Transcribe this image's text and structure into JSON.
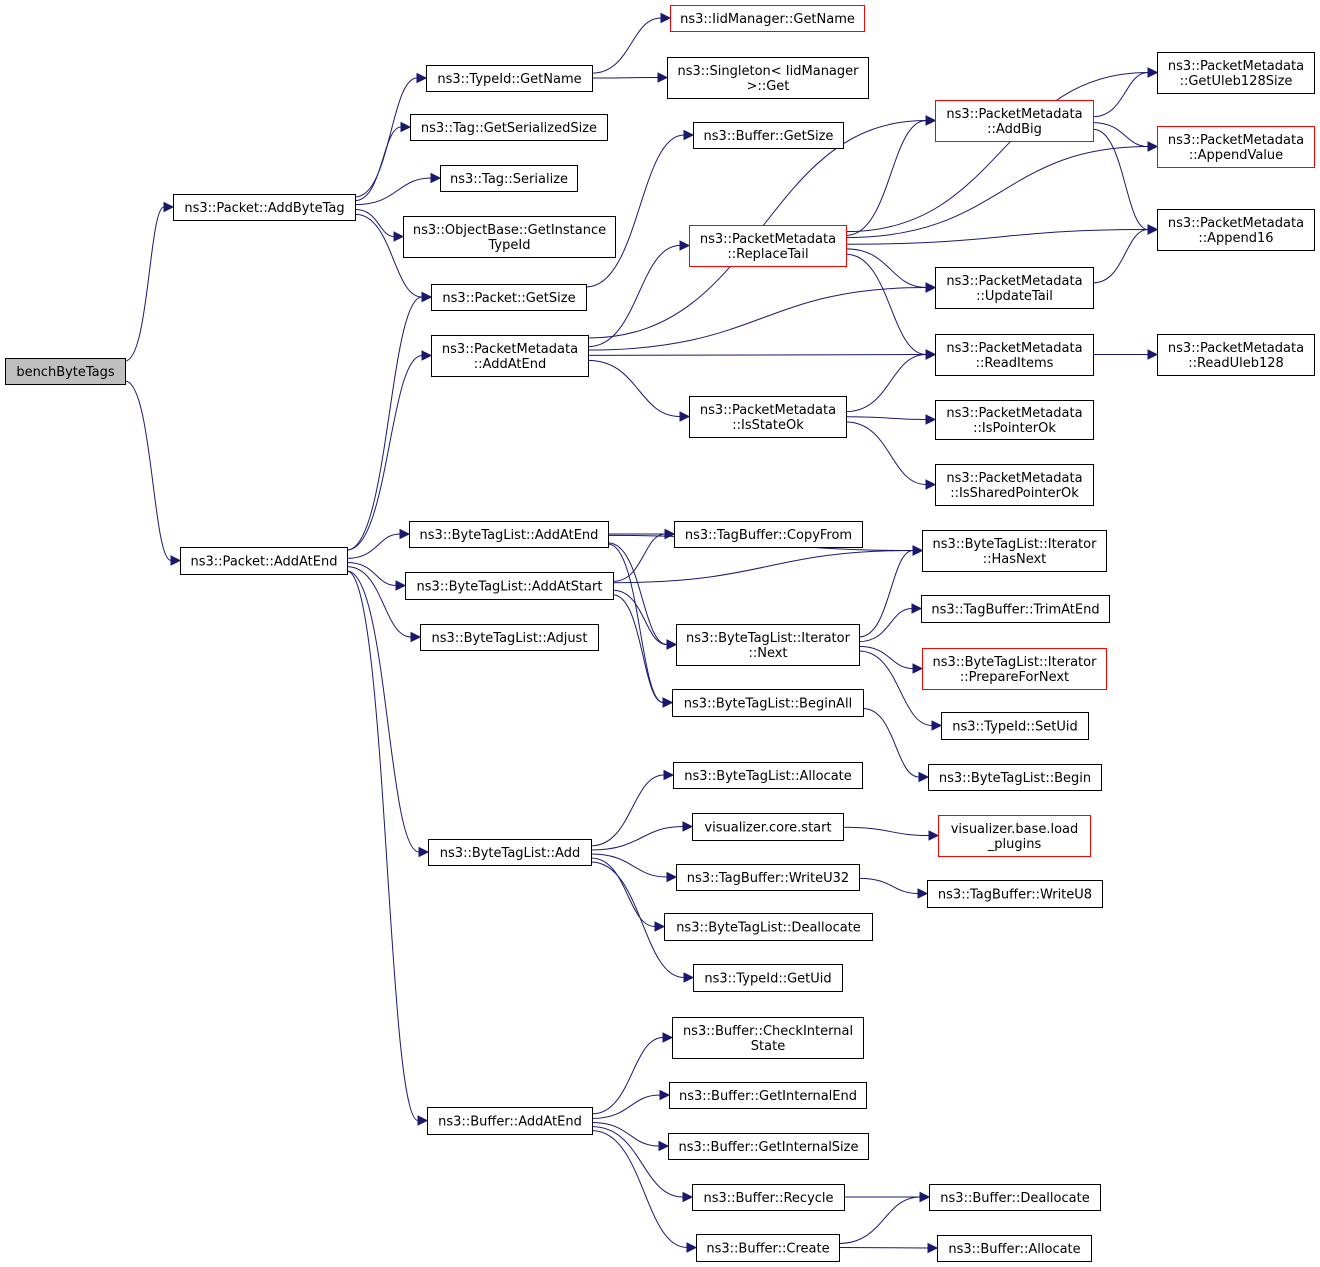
{
  "colors": {
    "edge": "#191970",
    "border_normal": "#000000",
    "border_truncated": "#ff0000",
    "root_fill": "#bfbfbf",
    "node_fill": "#ffffff"
  },
  "nodes": [
    {
      "id": "root",
      "lines": [
        "benchByteTags"
      ],
      "style": "root"
    },
    {
      "id": "addByteTag",
      "lines": [
        "ns3::Packet::AddByteTag"
      ],
      "style": "normal"
    },
    {
      "id": "pktAddAtEnd",
      "lines": [
        "ns3::Packet::AddAtEnd"
      ],
      "style": "normal"
    },
    {
      "id": "typeGetName",
      "lines": [
        "ns3::TypeId::GetName"
      ],
      "style": "normal"
    },
    {
      "id": "tagSerSize",
      "lines": [
        "ns3::Tag::GetSerializedSize"
      ],
      "style": "normal"
    },
    {
      "id": "tagSerialize",
      "lines": [
        "ns3::Tag::Serialize"
      ],
      "style": "normal"
    },
    {
      "id": "objBase",
      "lines": [
        "ns3::ObjectBase::GetInstance",
        "TypeId"
      ],
      "style": "normal"
    },
    {
      "id": "pktGetSize",
      "lines": [
        "ns3::Packet::GetSize"
      ],
      "style": "normal"
    },
    {
      "id": "iidGetName",
      "lines": [
        "ns3::IidManager::GetName"
      ],
      "style": "truncated"
    },
    {
      "id": "singleton",
      "lines": [
        "ns3::Singleton< IidManager",
        ">::Get"
      ],
      "style": "normal"
    },
    {
      "id": "bufGetSize",
      "lines": [
        "ns3::Buffer::GetSize"
      ],
      "style": "normal"
    },
    {
      "id": "pmAddAtEnd",
      "lines": [
        "ns3::PacketMetadata",
        "::AddAtEnd"
      ],
      "style": "normal"
    },
    {
      "id": "pmReplaceTail",
      "lines": [
        "ns3::PacketMetadata",
        "::ReplaceTail"
      ],
      "style": "truncated"
    },
    {
      "id": "pmAddBig",
      "lines": [
        "ns3::PacketMetadata",
        "::AddBig"
      ],
      "style": "truncated"
    },
    {
      "id": "pmUpdateTail",
      "lines": [
        "ns3::PacketMetadata",
        "::UpdateTail"
      ],
      "style": "normal"
    },
    {
      "id": "pmReadItems",
      "lines": [
        "ns3::PacketMetadata",
        "::ReadItems"
      ],
      "style": "normal"
    },
    {
      "id": "pmIsStateOk",
      "lines": [
        "ns3::PacketMetadata",
        "::IsStateOk"
      ],
      "style": "normal"
    },
    {
      "id": "pmIsPointerOk",
      "lines": [
        "ns3::PacketMetadata",
        "::IsPointerOk"
      ],
      "style": "normal"
    },
    {
      "id": "pmIsSharedPointerOk",
      "lines": [
        "ns3::PacketMetadata",
        "::IsSharedPointerOk"
      ],
      "style": "normal"
    },
    {
      "id": "pmGetUleb",
      "lines": [
        "ns3::PacketMetadata",
        "::GetUleb128Size"
      ],
      "style": "normal"
    },
    {
      "id": "pmAppendValue",
      "lines": [
        "ns3::PacketMetadata",
        "::AppendValue"
      ],
      "style": "truncated"
    },
    {
      "id": "pmAppend16",
      "lines": [
        "ns3::PacketMetadata",
        "::Append16"
      ],
      "style": "normal"
    },
    {
      "id": "pmReadUleb",
      "lines": [
        "ns3::PacketMetadata",
        "::ReadUleb128"
      ],
      "style": "normal"
    },
    {
      "id": "btlAddAtEnd",
      "lines": [
        "ns3::ByteTagList::AddAtEnd"
      ],
      "style": "normal"
    },
    {
      "id": "btlAddAtStart",
      "lines": [
        "ns3::ByteTagList::AddAtStart"
      ],
      "style": "normal"
    },
    {
      "id": "btlAdjust",
      "lines": [
        "ns3::ByteTagList::Adjust"
      ],
      "style": "normal"
    },
    {
      "id": "tbCopyFrom",
      "lines": [
        "ns3::TagBuffer::CopyFrom"
      ],
      "style": "normal"
    },
    {
      "id": "btlIterNext",
      "lines": [
        "ns3::ByteTagList::Iterator",
        "::Next"
      ],
      "style": "normal"
    },
    {
      "id": "btlBeginAll",
      "lines": [
        "ns3::ByteTagList::BeginAll"
      ],
      "style": "normal"
    },
    {
      "id": "btlIterHasNext",
      "lines": [
        "ns3::ByteTagList::Iterator",
        "::HasNext"
      ],
      "style": "normal"
    },
    {
      "id": "tbTrimAtEnd",
      "lines": [
        "ns3::TagBuffer::TrimAtEnd"
      ],
      "style": "normal"
    },
    {
      "id": "btlIterPrepare",
      "lines": [
        "ns3::ByteTagList::Iterator",
        "::PrepareForNext"
      ],
      "style": "truncated"
    },
    {
      "id": "typeSetUid",
      "lines": [
        "ns3::TypeId::SetUid"
      ],
      "style": "normal"
    },
    {
      "id": "btlBegin",
      "lines": [
        "ns3::ByteTagList::Begin"
      ],
      "style": "normal"
    },
    {
      "id": "btlAdd",
      "lines": [
        "ns3::ByteTagList::Add"
      ],
      "style": "normal"
    },
    {
      "id": "btlAllocate",
      "lines": [
        "ns3::ByteTagList::Allocate"
      ],
      "style": "normal"
    },
    {
      "id": "vizStart",
      "lines": [
        "visualizer.core.start"
      ],
      "style": "normal"
    },
    {
      "id": "vizLoad",
      "lines": [
        "visualizer.base.load",
        "_plugins"
      ],
      "style": "truncated"
    },
    {
      "id": "tbWriteU32",
      "lines": [
        "ns3::TagBuffer::WriteU32"
      ],
      "style": "normal"
    },
    {
      "id": "tbWriteU8",
      "lines": [
        "ns3::TagBuffer::WriteU8"
      ],
      "style": "normal"
    },
    {
      "id": "btlDeallocate",
      "lines": [
        "ns3::ByteTagList::Deallocate"
      ],
      "style": "normal"
    },
    {
      "id": "typeGetUid",
      "lines": [
        "ns3::TypeId::GetUid"
      ],
      "style": "normal"
    },
    {
      "id": "bufAddAtEnd",
      "lines": [
        "ns3::Buffer::AddAtEnd"
      ],
      "style": "normal"
    },
    {
      "id": "bufCheckInternal",
      "lines": [
        "ns3::Buffer::CheckInternal",
        "State"
      ],
      "style": "normal"
    },
    {
      "id": "bufGetInternalEnd",
      "lines": [
        "ns3::Buffer::GetInternalEnd"
      ],
      "style": "normal"
    },
    {
      "id": "bufGetInternalSize",
      "lines": [
        "ns3::Buffer::GetInternalSize"
      ],
      "style": "normal"
    },
    {
      "id": "bufRecycle",
      "lines": [
        "ns3::Buffer::Recycle"
      ],
      "style": "normal"
    },
    {
      "id": "bufCreate",
      "lines": [
        "ns3::Buffer::Create"
      ],
      "style": "normal"
    },
    {
      "id": "bufDeallocate",
      "lines": [
        "ns3::Buffer::Deallocate"
      ],
      "style": "normal"
    },
    {
      "id": "bufAllocate",
      "lines": [
        "ns3::Buffer::Allocate"
      ],
      "style": "normal"
    }
  ],
  "edges": [
    [
      "root",
      "addByteTag"
    ],
    [
      "root",
      "pktAddAtEnd"
    ],
    [
      "addByteTag",
      "typeGetName"
    ],
    [
      "addByteTag",
      "tagSerSize"
    ],
    [
      "addByteTag",
      "tagSerialize"
    ],
    [
      "addByteTag",
      "objBase"
    ],
    [
      "addByteTag",
      "pktGetSize"
    ],
    [
      "typeGetName",
      "iidGetName"
    ],
    [
      "typeGetName",
      "singleton"
    ],
    [
      "pktGetSize",
      "bufGetSize"
    ],
    [
      "pktAddAtEnd",
      "pktGetSize"
    ],
    [
      "pktAddAtEnd",
      "pmAddAtEnd"
    ],
    [
      "pktAddAtEnd",
      "btlAddAtEnd"
    ],
    [
      "pktAddAtEnd",
      "btlAddAtStart"
    ],
    [
      "pktAddAtEnd",
      "btlAdjust"
    ],
    [
      "pktAddAtEnd",
      "btlAdd"
    ],
    [
      "pktAddAtEnd",
      "bufAddAtEnd"
    ],
    [
      "pmAddAtEnd",
      "pmAddBig"
    ],
    [
      "pmAddAtEnd",
      "pmReplaceTail"
    ],
    [
      "pmAddAtEnd",
      "pmUpdateTail"
    ],
    [
      "pmAddAtEnd",
      "pmReadItems"
    ],
    [
      "pmAddAtEnd",
      "pmIsStateOk"
    ],
    [
      "pmReplaceTail",
      "pmGetUleb"
    ],
    [
      "pmReplaceTail",
      "pmAddBig"
    ],
    [
      "pmReplaceTail",
      "pmAppendValue"
    ],
    [
      "pmReplaceTail",
      "pmAppend16"
    ],
    [
      "pmReplaceTail",
      "pmUpdateTail"
    ],
    [
      "pmReplaceTail",
      "pmReadItems"
    ],
    [
      "pmAddBig",
      "pmGetUleb"
    ],
    [
      "pmAddBig",
      "pmAppendValue"
    ],
    [
      "pmAddBig",
      "pmAppend16"
    ],
    [
      "pmUpdateTail",
      "pmAppend16"
    ],
    [
      "pmReadItems",
      "pmReadUleb"
    ],
    [
      "pmIsStateOk",
      "pmReadItems"
    ],
    [
      "pmIsStateOk",
      "pmIsPointerOk"
    ],
    [
      "pmIsStateOk",
      "pmIsSharedPointerOk"
    ],
    [
      "btlAddAtEnd",
      "btlIterHasNext"
    ],
    [
      "btlAddAtEnd",
      "tbCopyFrom"
    ],
    [
      "btlAddAtEnd",
      "btlIterNext"
    ],
    [
      "btlAddAtEnd",
      "btlBeginAll"
    ],
    [
      "btlAddAtStart",
      "btlIterHasNext"
    ],
    [
      "btlAddAtStart",
      "tbCopyFrom"
    ],
    [
      "btlAddAtStart",
      "btlIterNext"
    ],
    [
      "btlAddAtStart",
      "btlBeginAll"
    ],
    [
      "btlIterNext",
      "btlIterHasNext"
    ],
    [
      "btlIterNext",
      "tbTrimAtEnd"
    ],
    [
      "btlIterNext",
      "btlIterPrepare"
    ],
    [
      "btlIterNext",
      "typeSetUid"
    ],
    [
      "btlBeginAll",
      "btlBegin"
    ],
    [
      "btlAdd",
      "btlAllocate"
    ],
    [
      "btlAdd",
      "vizStart"
    ],
    [
      "btlAdd",
      "tbWriteU32"
    ],
    [
      "btlAdd",
      "btlDeallocate"
    ],
    [
      "btlAdd",
      "typeGetUid"
    ],
    [
      "vizStart",
      "vizLoad"
    ],
    [
      "tbWriteU32",
      "tbWriteU8"
    ],
    [
      "bufAddAtEnd",
      "bufCheckInternal"
    ],
    [
      "bufAddAtEnd",
      "bufGetInternalEnd"
    ],
    [
      "bufAddAtEnd",
      "bufGetInternalSize"
    ],
    [
      "bufAddAtEnd",
      "bufRecycle"
    ],
    [
      "bufAddAtEnd",
      "bufCreate"
    ],
    [
      "bufRecycle",
      "bufDeallocate"
    ],
    [
      "bufCreate",
      "bufDeallocate"
    ],
    [
      "bufCreate",
      "bufAllocate"
    ]
  ]
}
